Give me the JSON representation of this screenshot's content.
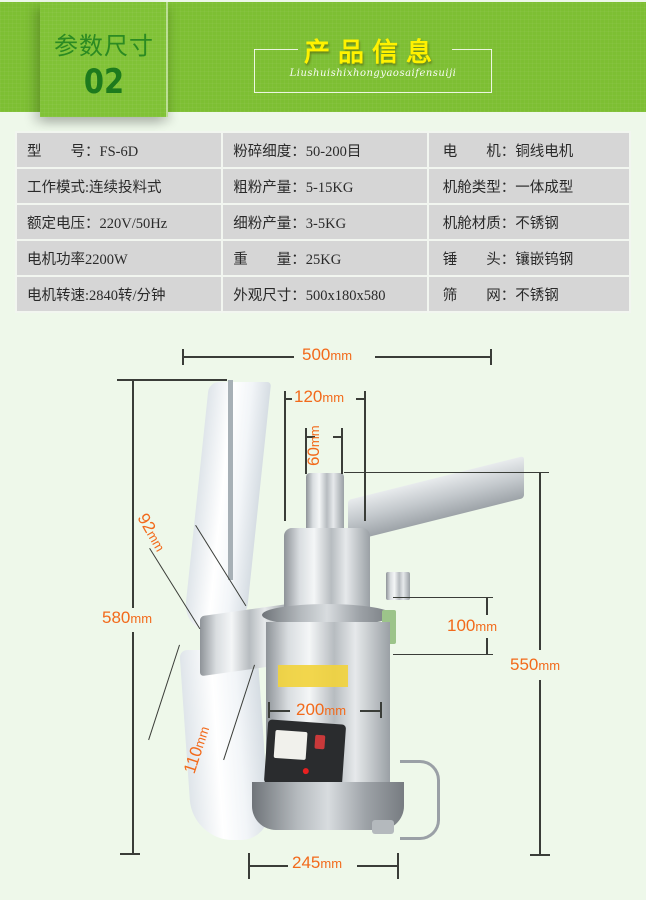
{
  "header": {
    "section_label": "参数尺寸",
    "section_number": "02",
    "title": "产品信息",
    "subtitle": "Liushuishixhongyaosaifensuiji",
    "colors": {
      "banner_bg": "#7dbf33",
      "title": "#fff200",
      "section_text": "#2b8a22"
    }
  },
  "specs": {
    "rows": [
      [
        "型　　号：FS-6D",
        "粉碎细度：50-200目",
        "电　　机：铜线电机"
      ],
      [
        "工作模式:连续投料式",
        "粗粉产量：5-15KG",
        "机舱类型：一体成型"
      ],
      [
        "额定电压：220V/50Hz",
        "细粉产量：3-5KG",
        "机舱材质：不锈钢"
      ],
      [
        "电机功率2200W",
        "重　　量：25KG",
        "锤　　头：镶嵌钨钢"
      ],
      [
        "电机转速:2840转/分钟",
        "外观尺寸：500x180x580",
        "筛　　网：不锈钢"
      ]
    ]
  },
  "dimensions": {
    "total_width": {
      "value": "500",
      "unit": "mm"
    },
    "top_tube_outer": {
      "value": "120",
      "unit": "mm"
    },
    "top_tube_inner": {
      "value": "60",
      "unit": "mm"
    },
    "bag_upper": {
      "value": "92",
      "unit": "mm"
    },
    "total_height": {
      "value": "580",
      "unit": "mm"
    },
    "side_box": {
      "value": "100",
      "unit": "mm"
    },
    "body_height": {
      "value": "550",
      "unit": "mm"
    },
    "body_diameter": {
      "value": "200",
      "unit": "mm"
    },
    "bag_lower": {
      "value": "110",
      "unit": "mm"
    },
    "base_diameter": {
      "value": "245",
      "unit": "mm"
    },
    "label_color": "#f26a1b",
    "line_color": "#3a3d38"
  }
}
